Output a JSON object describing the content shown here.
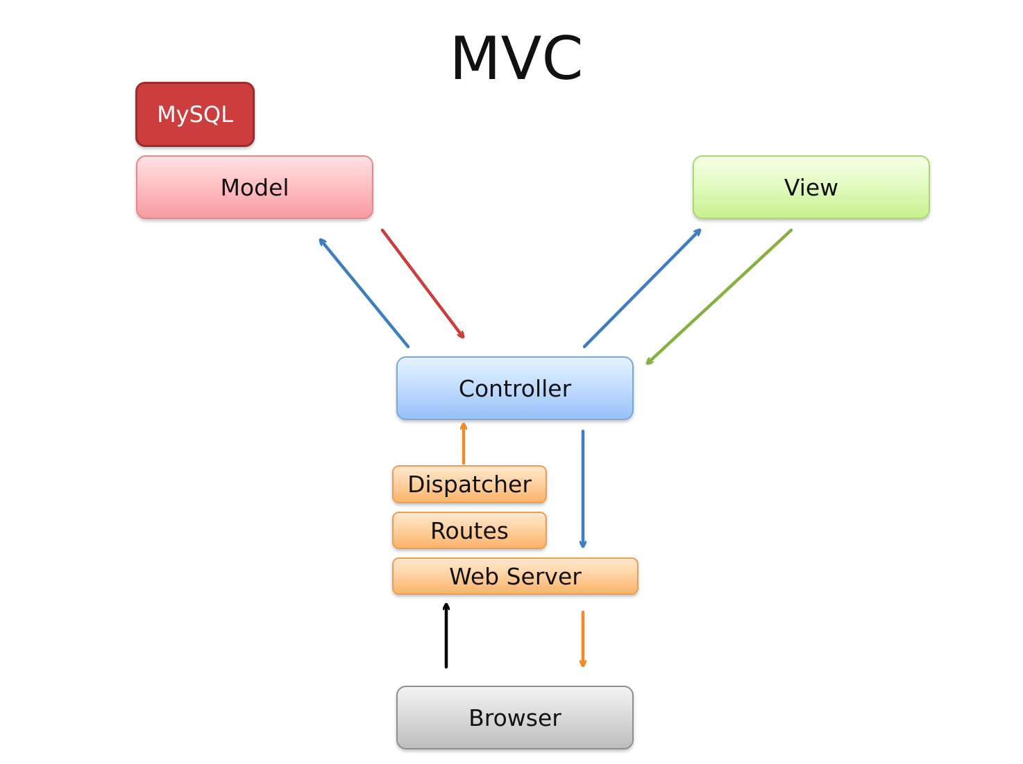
{
  "title": "MVC",
  "nodes": {
    "mysql": "MySQL",
    "model": "Model",
    "view": "View",
    "controller": "Controller",
    "dispatcher": "Dispatcher",
    "routes": "Routes",
    "web_server": "Web Server",
    "browser": "Browser"
  },
  "colors": {
    "blue_arrow": "#3d7ebf",
    "red_arrow": "#cc3d3e",
    "green_arrow": "#86b040",
    "orange_arrow": "#f28a28",
    "black_arrow": "#000000"
  },
  "edges": [
    {
      "from": "controller",
      "to": "model",
      "color": "blue_arrow"
    },
    {
      "from": "model",
      "to": "controller",
      "color": "red_arrow"
    },
    {
      "from": "controller",
      "to": "view",
      "color": "blue_arrow"
    },
    {
      "from": "view",
      "to": "controller",
      "color": "green_arrow"
    },
    {
      "from": "dispatcher",
      "to": "controller",
      "color": "orange_arrow"
    },
    {
      "from": "controller",
      "to": "web_server",
      "color": "blue_arrow"
    },
    {
      "from": "browser",
      "to": "web_server",
      "color": "black_arrow"
    },
    {
      "from": "web_server",
      "to": "browser",
      "color": "orange_arrow"
    }
  ]
}
